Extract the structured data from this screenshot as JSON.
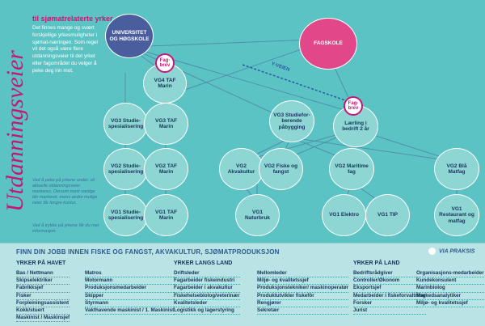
{
  "side": {
    "title": "Utdanningsveier",
    "subtitle": "til sjømatrelaterte yrker",
    "intro": "Det finnes mange og svært forskjellige yrkesmuligheter i sjømat-næringen. Som regel vil det også være flere utdanningsveier til det yrket eller fagområdet du velger å peke deg inn mot.",
    "note1": "Ved å peke på yrkene under, vil aktuelle utdanningsveier markeres. Dersom mest vanlige blir markeret, mens andre mulige veier får lengre kontur.",
    "note2": "Ved å trykke på yrkene får du mer informasjon."
  },
  "nodes": {
    "universitet": "UNIVERSITET OG HØGSKOLE",
    "fagskole": "FAGSKOLE",
    "vg4": "VG4 TAF Marin",
    "vg3_studie": "VG3 Studie-spesialisering",
    "vg3_taf": "VG3 TAF Marin",
    "vg3_pabygg": "VG3 Studiefor-berende påbygging",
    "laerling": "Lærling i bedrift 2 år",
    "vg2_studie": "VG2 Studie-spesialisering",
    "vg2_taf": "VG2 TAF Marin",
    "vg2_akva": "VG2 Akvakultur",
    "vg2_fiske": "VG2 Fiske og fangst",
    "vg2_maritime": "VG2 Maritime fag",
    "vg2_bla": "VG2 Blå Matfag",
    "vg1_studie": "VG1 Studie-spesialisering",
    "vg1_taf": "VG1 TAF Marin",
    "vg1_natur": "VG1 Naturbruk",
    "vg1_elektro": "VG1 Elektro",
    "vg1_tip": "VG1 TIP",
    "vg1_restaurant": "VG1 Restaurant og matfag",
    "fagbrev": "Fag-brev",
    "yveien": "Y-VEIEN"
  },
  "bottom": {
    "title": "FINN DIN JOBB INNEN FISKE OG FANGST, AKVAKULTUR, SJØMATPRODUKSJON",
    "via": "VIA PRAKSIS",
    "havet_head": "YRKER PÅ HAVET",
    "land1_head": "YRKER LANGS LAND",
    "land2_head": "YRKER PÅ LAND",
    "havet_a": [
      "Bas / Nettmann",
      "Skipselektriker",
      "Fabrikksjef",
      "Fisker",
      "Forpleiningsassistent",
      "Kokk/stuert",
      "Maskinist / Maskinsjef"
    ],
    "havet_b": [
      "Matros",
      "Motormann",
      "Produksjonsmedarbeider",
      "Skipper",
      "Styrmann",
      "Vakthavende maskinist / 1. Maskinist"
    ],
    "land1_a": [
      "Driftsleder",
      "Fagarbeider fiskeindustri",
      "Fagarbeider i akvakultur",
      "Fiskehelsebiolog/veterinær",
      "Kvalitetsleder",
      "Logistikk og lagerstyring"
    ],
    "land1_b": [
      "Mellomleder",
      "Miljø- og kvalitetssjef",
      "Produksjonstekniker/ maskinoperatør",
      "Produktutvikler fiskefôr",
      "Rengjører",
      "Sekretær"
    ],
    "land2_a": [
      "Bedriftsrådgiver",
      "Controller/Økonom",
      "Eksportsjef",
      "Medarbeider i fiskeforvaltning",
      "Forsker",
      "Jurist"
    ],
    "land2_b": [
      "Organisasjons-medarbeider",
      "Kundekonsulent",
      "Marinbiolog",
      "Markedsanalytiker",
      "Miljø- og kvalitetssjef"
    ]
  }
}
